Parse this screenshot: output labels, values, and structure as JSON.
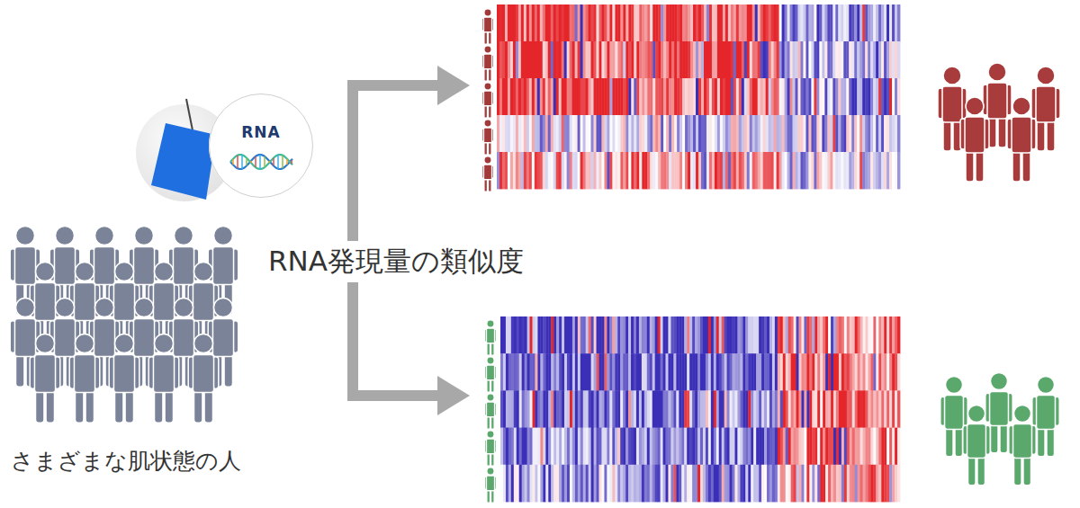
{
  "diagram": {
    "nodes": [
      {
        "text": [
          "RNA"
        ]
      }
    ],
    "labels": [
      "RNA発現量の類似度",
      "さまざまな肌状態の人"
    ]
  }
}
